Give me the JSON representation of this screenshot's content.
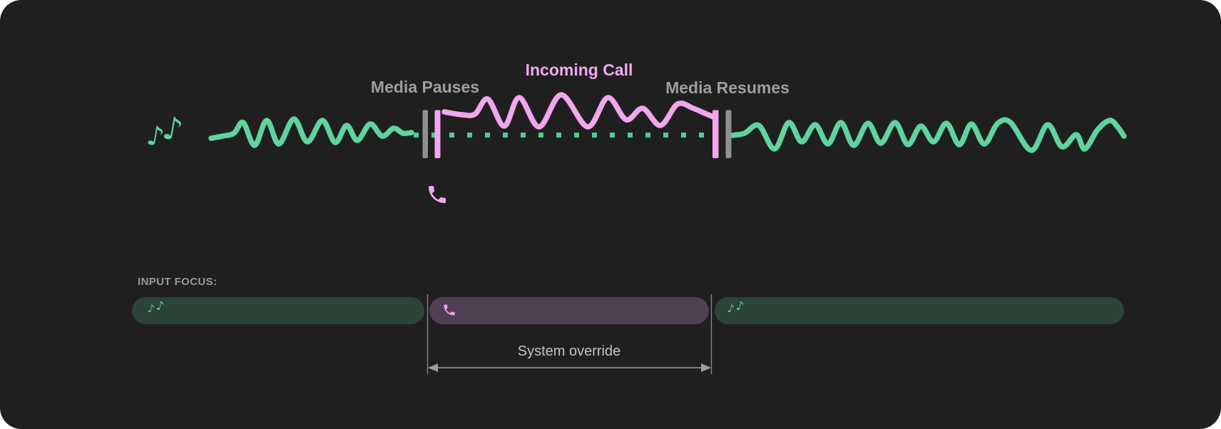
{
  "diagram": {
    "timeline": {
      "media_pauses_label": "Media Pauses",
      "incoming_call_label": "Incoming Call",
      "media_resumes_label": "Media Resumes"
    },
    "input_focus": {
      "heading": "INPUT FOCUS:",
      "system_override_label": "System override",
      "segments": [
        {
          "type": "media",
          "icon": "music-notes-icon"
        },
        {
          "type": "call",
          "icon": "phone-icon"
        },
        {
          "type": "media",
          "icon": "music-notes-icon"
        }
      ]
    },
    "icons": {
      "music_note_glyph": "♪"
    },
    "colors": {
      "page_background": "#ffffff",
      "card_background": "#201f1f",
      "media_wave_green": "#5fd3a0",
      "call_wave_pink": "#f1a6ee",
      "ducked_dots_teal": "#4ecb97",
      "marker_bar_gray": "#8f8f8f",
      "label_gray": "#9e9e9e",
      "incoming_call_pink": "#efaaf0",
      "focus_media_bar": "#2c4438",
      "focus_call_bar": "#4e3f52",
      "override_text": "#c4c4c4",
      "arrow_gray": "#9e9e9e"
    }
  }
}
